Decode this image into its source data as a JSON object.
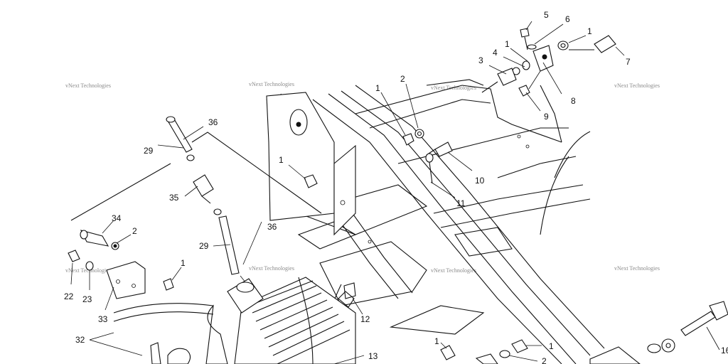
{
  "watermark": "vNext Technologies",
  "callouts": [
    {
      "id": "c5",
      "text": "5"
    },
    {
      "id": "c6",
      "text": "6"
    },
    {
      "id": "c1a",
      "text": "1"
    },
    {
      "id": "c1b",
      "text": "1"
    },
    {
      "id": "c7",
      "text": "7"
    },
    {
      "id": "c4",
      "text": "4"
    },
    {
      "id": "c3",
      "text": "3"
    },
    {
      "id": "c8",
      "text": "8"
    },
    {
      "id": "c9",
      "text": "9"
    },
    {
      "id": "c2a",
      "text": "2"
    },
    {
      "id": "c1c",
      "text": "1"
    },
    {
      "id": "c36a",
      "text": "36"
    },
    {
      "id": "c29a",
      "text": "29"
    },
    {
      "id": "c1d",
      "text": "1"
    },
    {
      "id": "c10",
      "text": "10"
    },
    {
      "id": "c35",
      "text": "35"
    },
    {
      "id": "c11",
      "text": "11"
    },
    {
      "id": "c34",
      "text": "34"
    },
    {
      "id": "c2b",
      "text": "2"
    },
    {
      "id": "c36b",
      "text": "36"
    },
    {
      "id": "c29b",
      "text": "29"
    },
    {
      "id": "c1e",
      "text": "1"
    },
    {
      "id": "c22",
      "text": "22"
    },
    {
      "id": "c23",
      "text": "23"
    },
    {
      "id": "c33",
      "text": "33"
    },
    {
      "id": "c12",
      "text": "12"
    },
    {
      "id": "c32",
      "text": "32"
    },
    {
      "id": "c13",
      "text": "13"
    },
    {
      "id": "c1f",
      "text": "1"
    },
    {
      "id": "c1g",
      "text": "1"
    },
    {
      "id": "c2c",
      "text": "2"
    },
    {
      "id": "c16",
      "text": "16"
    }
  ]
}
